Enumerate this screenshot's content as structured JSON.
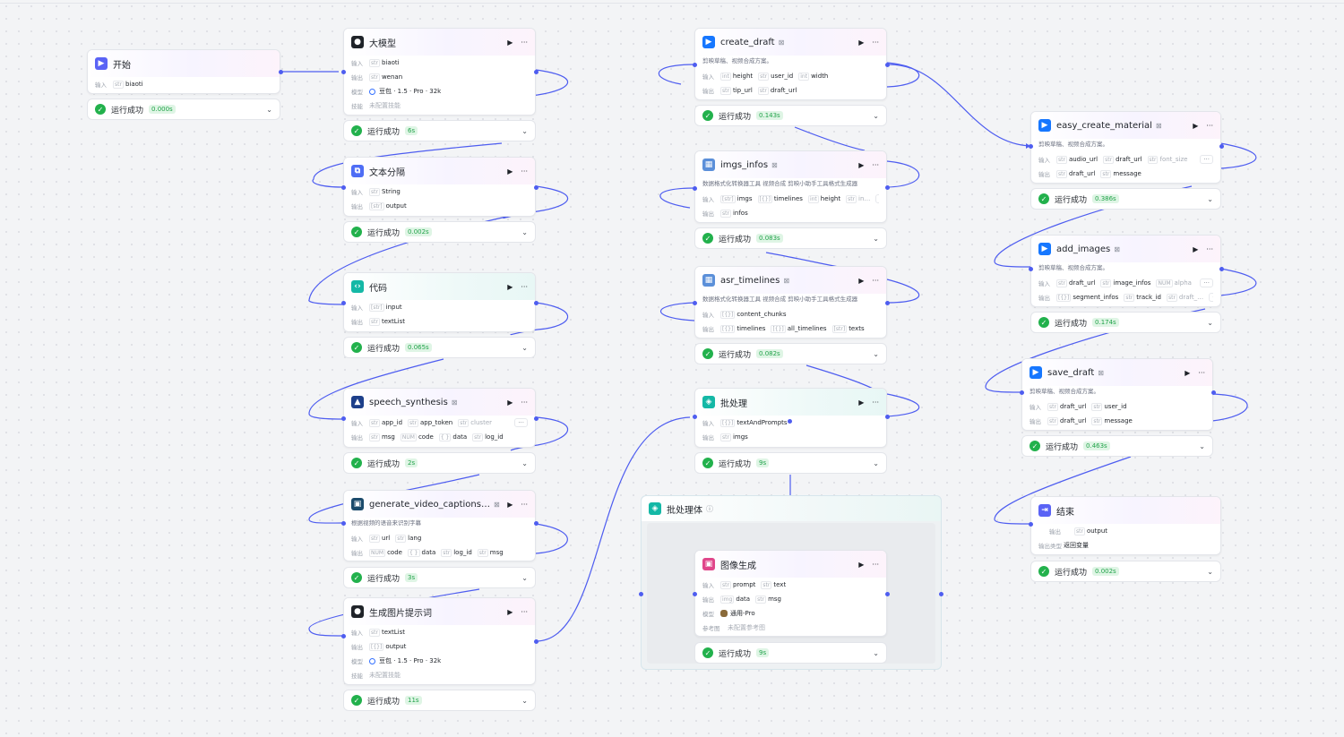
{
  "colors": {
    "edge": "#4e5df0",
    "success": "#22b14c",
    "success_time_bg": "#dff5e5"
  },
  "status": {
    "success": "运行成功"
  },
  "labels": {
    "input": "输入",
    "output": "输出",
    "model": "模型",
    "skill": "技能",
    "output_type": "输出类型",
    "reference": "参考图"
  },
  "nodes": {
    "start": {
      "title": "开始",
      "icon": "start-icon",
      "in": [
        {
          "t": "str",
          "n": "biaoti"
        }
      ],
      "time": "0.000s"
    },
    "llm1": {
      "title": "大模型",
      "icon": "llm-icon",
      "in": [
        {
          "t": "str",
          "n": "biaoti"
        }
      ],
      "out": [
        {
          "t": "str",
          "n": "wenan"
        }
      ],
      "model": "豆包 · 1.5 · Pro · 32k",
      "skill": "未配置技能",
      "time": "6s"
    },
    "split": {
      "title": "文本分隔",
      "icon": "text-split-icon",
      "in": [
        {
          "t": "str",
          "n": "String"
        }
      ],
      "out": [
        {
          "t": "[str]",
          "n": "output"
        }
      ],
      "time": "0.002s"
    },
    "code": {
      "title": "代码",
      "icon": "code-icon",
      "in": [
        {
          "t": "[str]",
          "n": "input"
        }
      ],
      "out": [
        {
          "t": "str",
          "n": "textList"
        }
      ],
      "time": "0.065s"
    },
    "speech": {
      "title": "speech_synthesis",
      "icon": "speech-icon",
      "in": [
        {
          "t": "str",
          "n": "app_id"
        },
        {
          "t": "str",
          "n": "app_token"
        },
        {
          "t": "str",
          "n": "cluster"
        }
      ],
      "out": [
        {
          "t": "str",
          "n": "msg"
        },
        {
          "t": "NUM",
          "n": "code"
        },
        {
          "t": "{ }",
          "n": "data"
        },
        {
          "t": "str",
          "n": "log_id"
        }
      ],
      "time": "2s"
    },
    "captions": {
      "title": "generate_video_captions_s…",
      "icon": "captions-icon",
      "desc": "根据视频的语音来识别字幕",
      "in": [
        {
          "t": "str",
          "n": "url"
        },
        {
          "t": "str",
          "n": "lang"
        }
      ],
      "out": [
        {
          "t": "NUM",
          "n": "code"
        },
        {
          "t": "{ }",
          "n": "data"
        },
        {
          "t": "str",
          "n": "log_id"
        },
        {
          "t": "str",
          "n": "msg"
        }
      ],
      "time": "3s"
    },
    "prompt": {
      "title": "生成图片提示词",
      "icon": "llm-icon",
      "in": [
        {
          "t": "str",
          "n": "textList"
        }
      ],
      "out": [
        {
          "t": "[{}]",
          "n": "output"
        }
      ],
      "model": "豆包 · 1.5 · Pro · 32k",
      "skill": "未配置技能",
      "time": "11s"
    },
    "create_draft": {
      "title": "create_draft",
      "icon": "capcut-icon",
      "desc": "剪映草稿、视频合成方案。",
      "in": [
        {
          "t": "int",
          "n": "height"
        },
        {
          "t": "str",
          "n": "user_id"
        },
        {
          "t": "int",
          "n": "width"
        }
      ],
      "out": [
        {
          "t": "str",
          "n": "tip_url"
        },
        {
          "t": "str",
          "n": "draft_url"
        }
      ],
      "time": "0.143s"
    },
    "imgs_infos": {
      "title": "imgs_infos",
      "icon": "plugin-icon",
      "desc": "数据格式化转换器工具 视频合成 剪映小助手工具格式生成器",
      "in": [
        {
          "t": "[str]",
          "n": "imgs"
        },
        {
          "t": "[{}]",
          "n": "timelines"
        },
        {
          "t": "int",
          "n": "height"
        },
        {
          "t": "str",
          "n": "in…"
        }
      ],
      "out": [
        {
          "t": "str",
          "n": "infos"
        }
      ],
      "time": "0.083s"
    },
    "asr": {
      "title": "asr_timelines",
      "icon": "plugin-icon",
      "desc": "数据格式化转换器工具 视频合成 剪映小助手工具格式生成器",
      "in": [
        {
          "t": "[{}]",
          "n": "content_chunks"
        }
      ],
      "out": [
        {
          "t": "[{}]",
          "n": "timelines"
        },
        {
          "t": "[{}]",
          "n": "all_timelines"
        },
        {
          "t": "[str]",
          "n": "texts"
        }
      ],
      "time": "0.082s"
    },
    "batch": {
      "title": "批处理",
      "icon": "batch-icon",
      "in": [
        {
          "t": "[{}]",
          "n": "textAndPrompts"
        }
      ],
      "out": [
        {
          "t": "str",
          "n": "imgs"
        }
      ],
      "time": "9s"
    },
    "batch_body": {
      "title": "批处理体"
    },
    "image_gen": {
      "title": "图像生成",
      "icon": "image-gen-icon",
      "in": [
        {
          "t": "str",
          "n": "prompt"
        },
        {
          "t": "str",
          "n": "text"
        }
      ],
      "out": [
        {
          "t": "img",
          "n": "data"
        },
        {
          "t": "str",
          "n": "msg"
        }
      ],
      "model": "通用-Pro",
      "reference": "未配置参考图",
      "time": "9s"
    },
    "material": {
      "title": "easy_create_material",
      "icon": "capcut-icon",
      "desc": "剪映草稿、视频合成方案。",
      "in": [
        {
          "t": "str",
          "n": "audio_url"
        },
        {
          "t": "str",
          "n": "draft_url"
        },
        {
          "t": "str",
          "n": "font_size"
        }
      ],
      "out": [
        {
          "t": "str",
          "n": "draft_url"
        },
        {
          "t": "str",
          "n": "message"
        }
      ],
      "time": "0.386s"
    },
    "add_images": {
      "title": "add_images",
      "icon": "capcut-icon",
      "desc": "剪映草稿、视频合成方案。",
      "in": [
        {
          "t": "str",
          "n": "draft_url"
        },
        {
          "t": "str",
          "n": "image_infos"
        },
        {
          "t": "NUM",
          "n": "alpha"
        }
      ],
      "out": [
        {
          "t": "[{}]",
          "n": "segment_infos"
        },
        {
          "t": "str",
          "n": "track_id"
        },
        {
          "t": "str",
          "n": "draft_…"
        }
      ],
      "time": "0.174s"
    },
    "save_draft": {
      "title": "save_draft",
      "icon": "capcut-icon",
      "desc": "剪映草稿、视频合成方案。",
      "in": [
        {
          "t": "str",
          "n": "draft_url"
        },
        {
          "t": "str",
          "n": "user_id"
        }
      ],
      "out": [
        {
          "t": "str",
          "n": "draft_url"
        },
        {
          "t": "str",
          "n": "message"
        }
      ],
      "time": "0.463s"
    },
    "end": {
      "title": "结束",
      "icon": "end-icon",
      "out": [
        {
          "t": "str",
          "n": "output"
        }
      ],
      "output_type": "返回变量",
      "time": "0.002s"
    }
  }
}
